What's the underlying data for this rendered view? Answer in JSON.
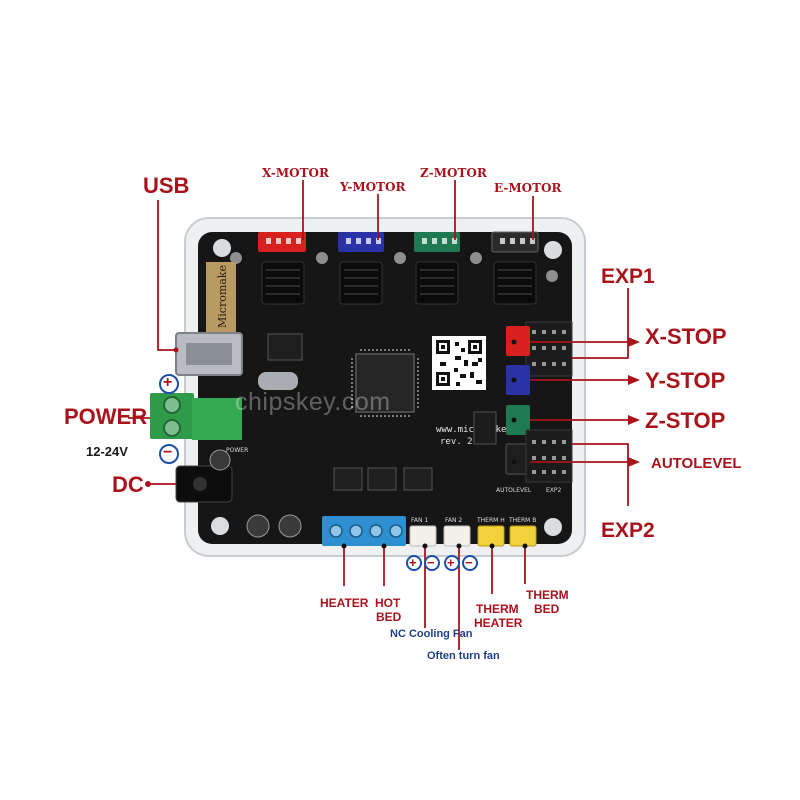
{
  "labels": {
    "usb": "USB",
    "x_motor": "X-MOTOR",
    "y_motor": "Y-MOTOR",
    "z_motor": "Z-MOTOR",
    "e_motor": "E-MOTOR",
    "exp1": "EXP1",
    "x_stop": "X-STOP",
    "y_stop": "Y-STOP",
    "z_stop": "Z-STOP",
    "autolevel": "AUTOLEVEL",
    "exp2": "EXP2",
    "power": "POWER",
    "voltage": "12-24V",
    "dc": "DC",
    "heater": "HEATER",
    "hot_bed_1": "HOT",
    "hot_bed_2": "BED",
    "therm_heater_1": "THERM",
    "therm_heater_2": "HEATER",
    "therm_bed_1": "THERM",
    "therm_bed_2": "BED",
    "nc_cooling_fan": "NC Cooling Fan",
    "often_turn_fan": "Often turn fan",
    "plus": "+",
    "minus": "−"
  },
  "board": {
    "website": "www.micromake.org",
    "revision": "rev. 2.0.1",
    "brand": "Micromake",
    "fan1": "FAN 1",
    "fan2": "FAN 2",
    "therm_h": "THERM H",
    "therm_b": "THERM B",
    "autolevel_silk": "AUTOLEVEL",
    "exp2_silk": "EXP2",
    "power_silk": "POWER",
    "watermark": "chipskey.com"
  },
  "colors": {
    "label_red": "#a8131c",
    "board_black": "#161616",
    "x_connector": "#d8201f",
    "y_connector": "#2a32a8",
    "z_connector": "#1f7a52",
    "e_connector": "#2a2a2a",
    "terminal_blue": "#2e8fd0",
    "terminal_green": "#2f9a4a",
    "therm_yellow": "#f2d23a",
    "fan_white": "#f3f0ea"
  }
}
